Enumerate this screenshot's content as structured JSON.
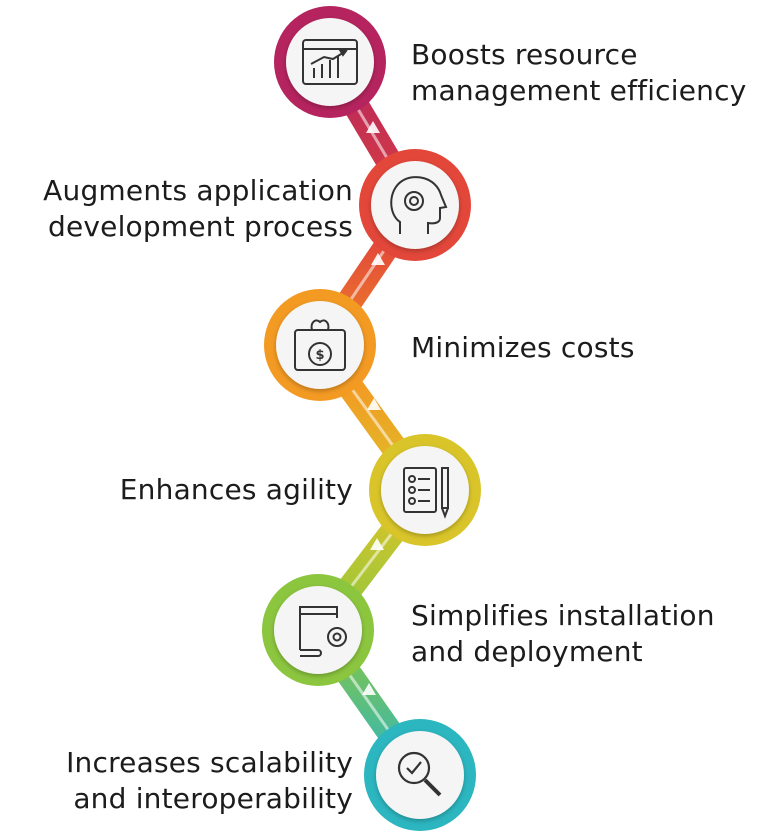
{
  "steps": [
    {
      "lines": [
        "Boosts resource",
        "management efficiency"
      ],
      "icon": "analytics-chart-icon",
      "color": "#b5245e"
    },
    {
      "lines": [
        "Augments application",
        "development process"
      ],
      "icon": "head-gear-icon",
      "color": "#e2473a"
    },
    {
      "lines": [
        "Minimizes costs"
      ],
      "icon": "money-bag-icon",
      "color": "#f39a23"
    },
    {
      "lines": [
        "Enhances agility"
      ],
      "icon": "checklist-icon",
      "color": "#d9c52a"
    },
    {
      "lines": [
        "Simplifies installation",
        "and deployment"
      ],
      "icon": "window-gear-icon",
      "color": "#8cc63f"
    },
    {
      "lines": [
        "Increases scalability",
        "and interoperability"
      ],
      "icon": "magnifier-check-icon",
      "color": "#2cb6c0"
    }
  ]
}
